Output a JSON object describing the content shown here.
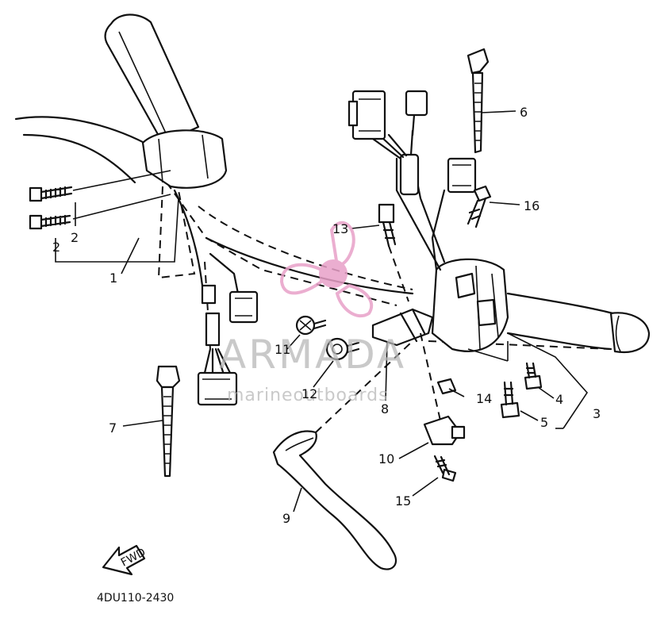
{
  "diagram": {
    "drawing_code": "4DU110-2430",
    "direction_arrow_text": "FWD",
    "callouts": [
      "1",
      "2",
      "2",
      "3",
      "4",
      "5",
      "6",
      "7",
      "8",
      "9",
      "10",
      "11",
      "12",
      "13",
      "14",
      "15",
      "16"
    ]
  },
  "watermark": {
    "title": "ARMADA",
    "subtitle": "marineoutboards",
    "logo_color": "#e8a0c8"
  }
}
